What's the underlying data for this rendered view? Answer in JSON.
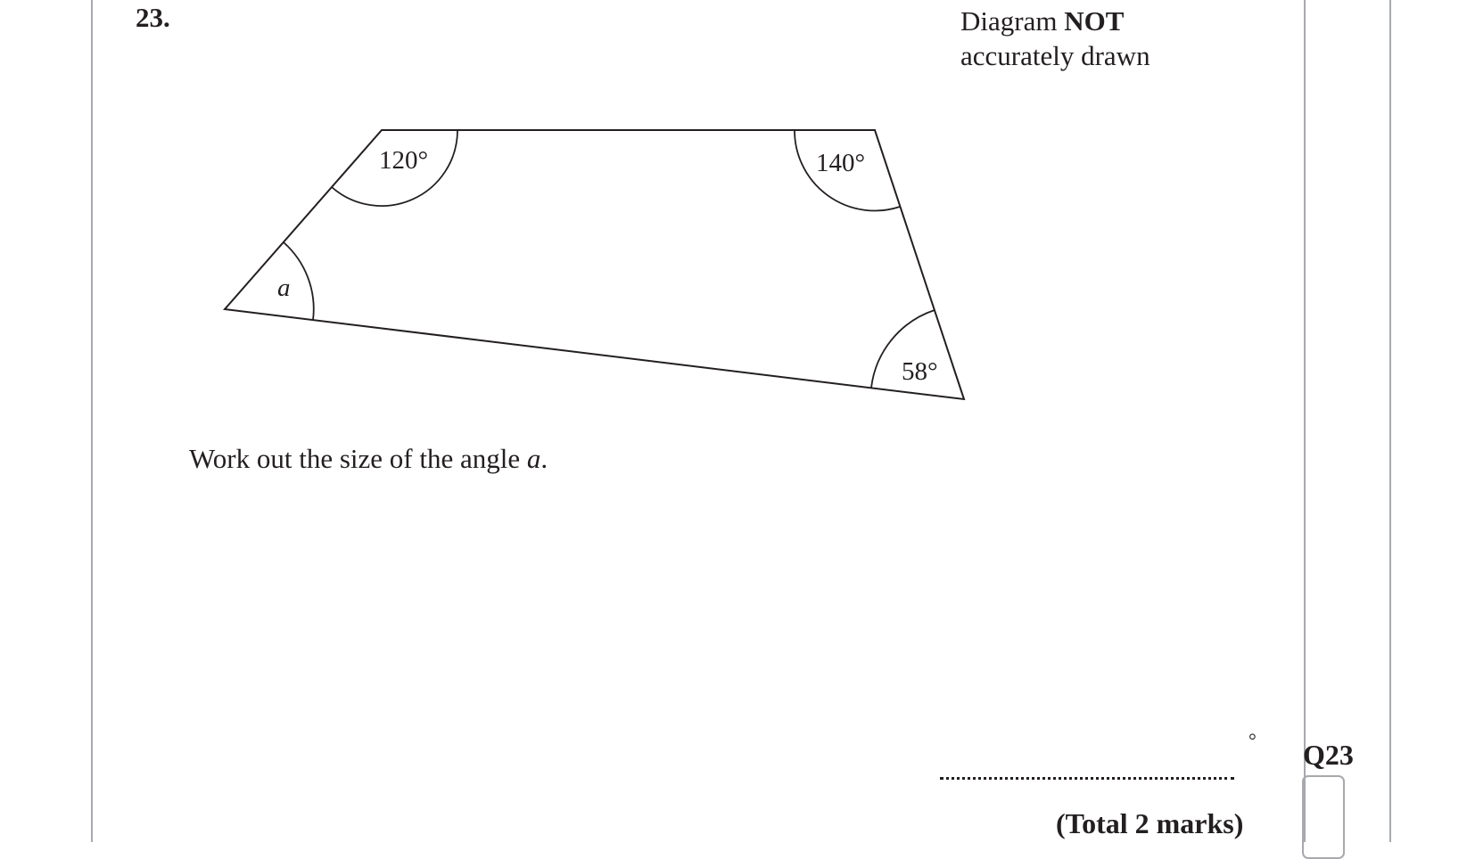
{
  "question": {
    "number": "23.",
    "diagram_note_line1_prefix": "Diagram ",
    "diagram_note_line1_bold": "NOT",
    "diagram_note_line2": "accurately drawn",
    "prompt_prefix": "Work out the size of the angle ",
    "prompt_variable": "a",
    "prompt_suffix": ".",
    "answer_unit": "°",
    "question_label": "Q23",
    "total_marks": "(Total 2 marks)"
  },
  "diagram": {
    "angles": {
      "top_left": "120°",
      "top_right": "140°",
      "bottom_right": "58°",
      "left": "a"
    }
  }
}
